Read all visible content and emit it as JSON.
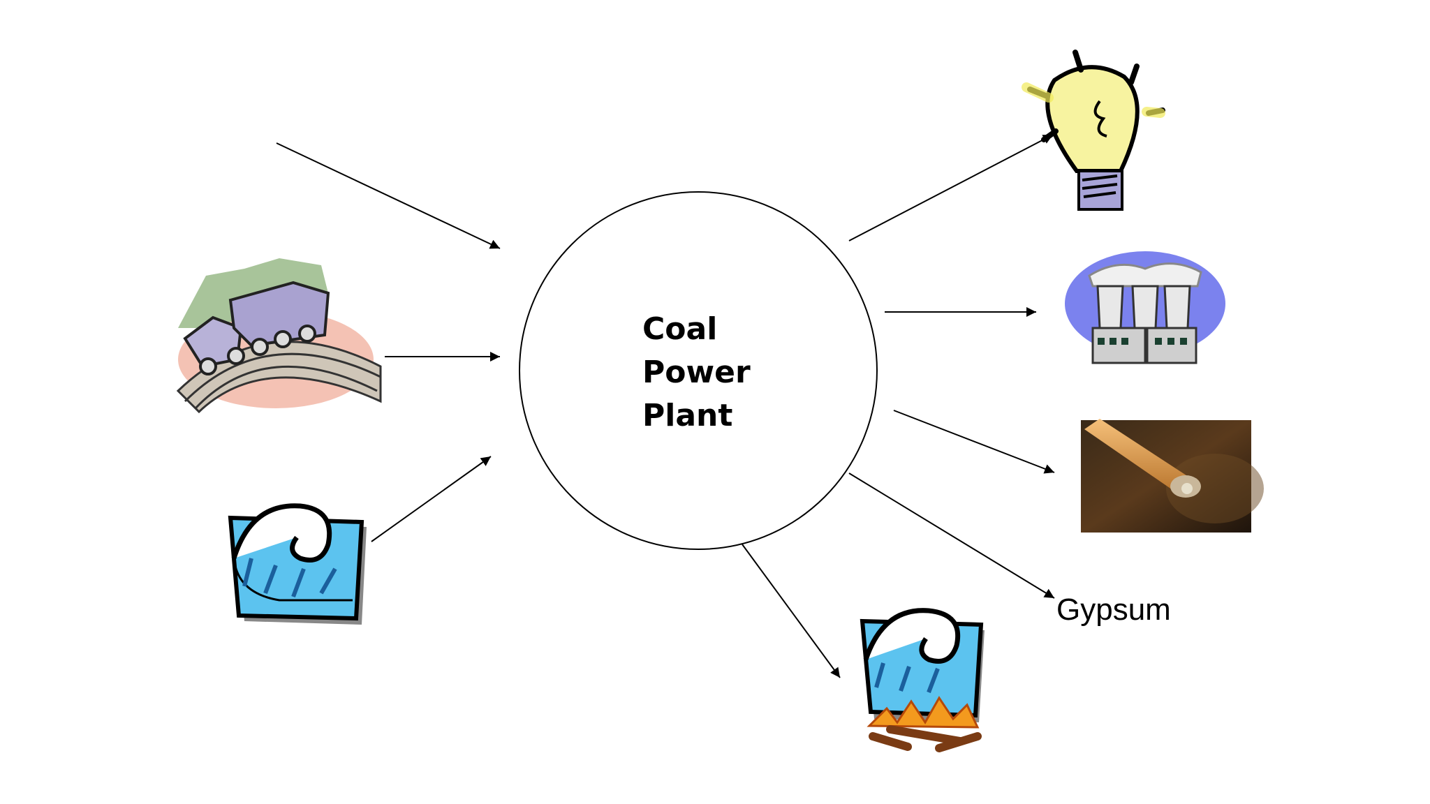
{
  "diagram": {
    "center": {
      "label_lines": [
        "Coal",
        "Power",
        "Plant"
      ]
    },
    "inputs": [
      {
        "id": "unlabeled-input",
        "icon": "none"
      },
      {
        "id": "coal-train",
        "icon": "coal-train-icon"
      },
      {
        "id": "water",
        "icon": "water-wave-icon"
      }
    ],
    "outputs": [
      {
        "id": "electricity",
        "icon": "light-bulb-icon"
      },
      {
        "id": "cooling-towers",
        "icon": "cooling-tower-icon"
      },
      {
        "id": "smoke",
        "icon": "cigarette-smoke-photo"
      },
      {
        "id": "gypsum",
        "label": "Gypsum"
      },
      {
        "id": "hot-water",
        "icon": "hot-water-fire-icon"
      }
    ],
    "colors": {
      "line": "#000000",
      "bulb": "#f7f3a0",
      "sky": "#7b82ee",
      "water": "#5cc3ef",
      "fire": "#f39a1e"
    }
  }
}
